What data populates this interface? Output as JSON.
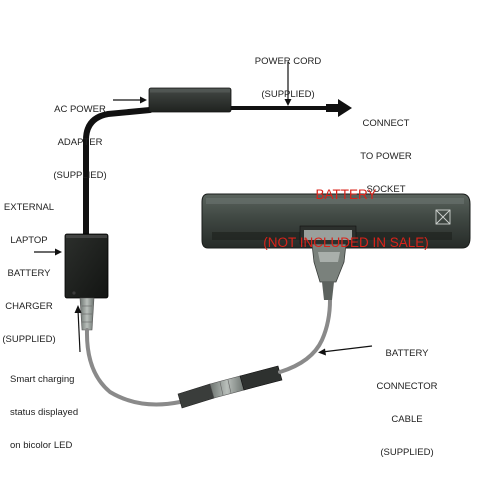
{
  "labels": {
    "power_cord": [
      "POWER CORD",
      "(SUPPLIED)"
    ],
    "ac_power_adapter": [
      "AC POWER",
      "ADAPTER",
      "(SUPPLIED)"
    ],
    "connect_to_power_socket": [
      "CONNECT",
      "TO POWER",
      "SOCKET"
    ],
    "battery_title": [
      "BATTERY",
      "(NOT INCLUDED IN SALE)"
    ],
    "external_charger": [
      "EXTERNAL",
      "LAPTOP",
      "BATTERY",
      "CHARGER",
      "(SUPPLIED)"
    ],
    "battery_connector_cable": [
      "BATTERY",
      "CONNECTOR",
      "CABLE",
      "(SUPPLIED)"
    ],
    "smart_charging": [
      "Smart charging",
      "status displayed",
      "on bicolor LED"
    ]
  },
  "colors": {
    "label_text": "#222222",
    "battery_title": "#d8231a",
    "battery_body": "#3f4742",
    "cable": "#111111",
    "grey_cable": "#8a8a8a",
    "adapter": "#2e312e"
  }
}
